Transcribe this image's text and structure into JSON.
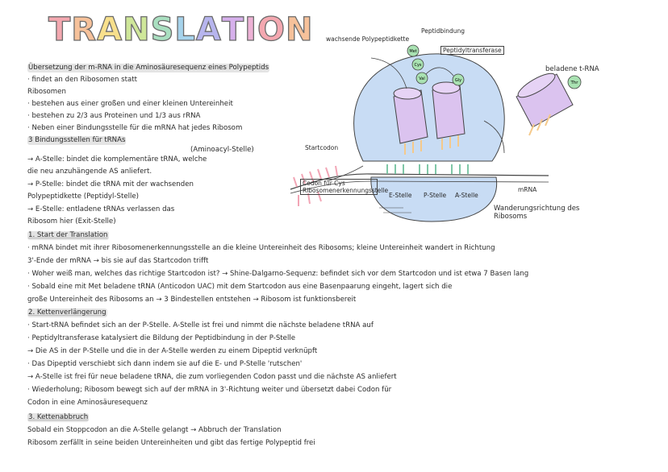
{
  "title": "TRANSLATION",
  "title_colors": [
    "#f4a8b0",
    "#f6c19a",
    "#f8e08c",
    "#cfe79a",
    "#a9dfc0",
    "#a6d3ec",
    "#b7b5ee",
    "#d6b0ec",
    "#eeb2d6",
    "#f4a8b0",
    "#f6c19a"
  ],
  "lines": [
    "Übersetzung der m-RNA in die Aminosäuresequenz eines Polypeptids",
    "· findet an den Ribosomen statt",
    "Ribosomen",
    "· bestehen aus einer großen und einer kleinen Untereinheit",
    "· bestehen zu 2/3 aus Proteinen und 1/3 aus rRNA",
    "· Neben einer Bindungsstelle für die mRNA hat jedes Ribosom",
    "  3 Bindungsstellen für tRNAs",
    "→ A-Stelle: bindet die komplementäre tRNA, welche",
    "die neu anzuhängende AS anliefert.",
    "→ P-Stelle: bindet die tRNA mit der wachsenden",
    "Polypeptidkette (Peptidyl-Stelle)",
    "→ E-Stelle: entladene tRNAs verlassen das",
    "Ribosom hier (Exit-Stelle)",
    "1. Start der Translation",
    "· mRNA bindet mit ihrer Ribosomenerkennungsstelle an die kleine Untereinheit des Ribosoms; kleine Untereinheit wandert in Richtung",
    "  3'-Ende der mRNA → bis sie auf das Startcodon trifft",
    "· Woher weiß man, welches das richtige Startcodon ist? → Shine-Dalgarno-Sequenz: befindet sich vor dem Startcodon und ist etwa 7 Basen lang",
    "· Sobald eine mit Met beladene tRNA (Anticodon UAC) mit dem Startcodon aus eine Basenpaarung eingeht, lagert sich die",
    "  große Untereinheit des Ribosoms an → 3 Bindestellen entstehen → Ribosom ist funktionsbereit",
    "2. Kettenverlängerung",
    "· Start-tRNA befindet sich an der P-Stelle. A-Stelle ist frei und nimmt die nächste beladene tRNA auf",
    "· Peptidyltransferase katalysiert die Bildung der Peptidbindung in der P-Stelle",
    "→ Die AS in der P-Stelle und die in der A-Stelle werden zu einem Dipeptid verknüpft",
    "· Das Dipeptid verschiebt sich dann indem sie auf die E- und P-Stelle 'rutschen'",
    "→ A-Stelle ist frei für neue beladene tRNA, die zum vorliegenden Codon passt und die nächste AS anliefert",
    "· Wiederholung; Ribosom bewegt sich auf der mRNA in 3'-Richtung weiter und übersetzt dabei Codon für",
    "  Codon in eine Aminosäuresequenz",
    "3. Kettenabbruch",
    "  Sobald ein Stoppcodon an die A-Stelle gelangt → Abbruch der Translation",
    "  Ribosom zerfällt in seine beiden Untereinheiten und gibt das fertige Polypeptid frei"
  ],
  "side_note": "(Aminoacyl-Stelle)",
  "diagram": {
    "peptidbindung": "Peptidbindung",
    "wachsende_kette": "wachsende Polypeptidkette",
    "peptidyltransferase": "Peptidyltransferase",
    "beladene_trna": "beladene t-RNA",
    "startcodon": "Startcodon",
    "codon_cys": "Codon für Cys",
    "erkennung": "Ribosomenerkennungsstelle",
    "e_stelle": "E-Stelle",
    "p_stelle": "P-Stelle",
    "a_stelle": "A-Stelle",
    "mrna": "mRNA",
    "wanderung": "Wanderungsrichtung des Ribosoms",
    "aa_met": "Met",
    "aa_cys": "Cys",
    "aa_val": "Val",
    "aa_gly": "Gly",
    "aa_thr": "Thr"
  }
}
